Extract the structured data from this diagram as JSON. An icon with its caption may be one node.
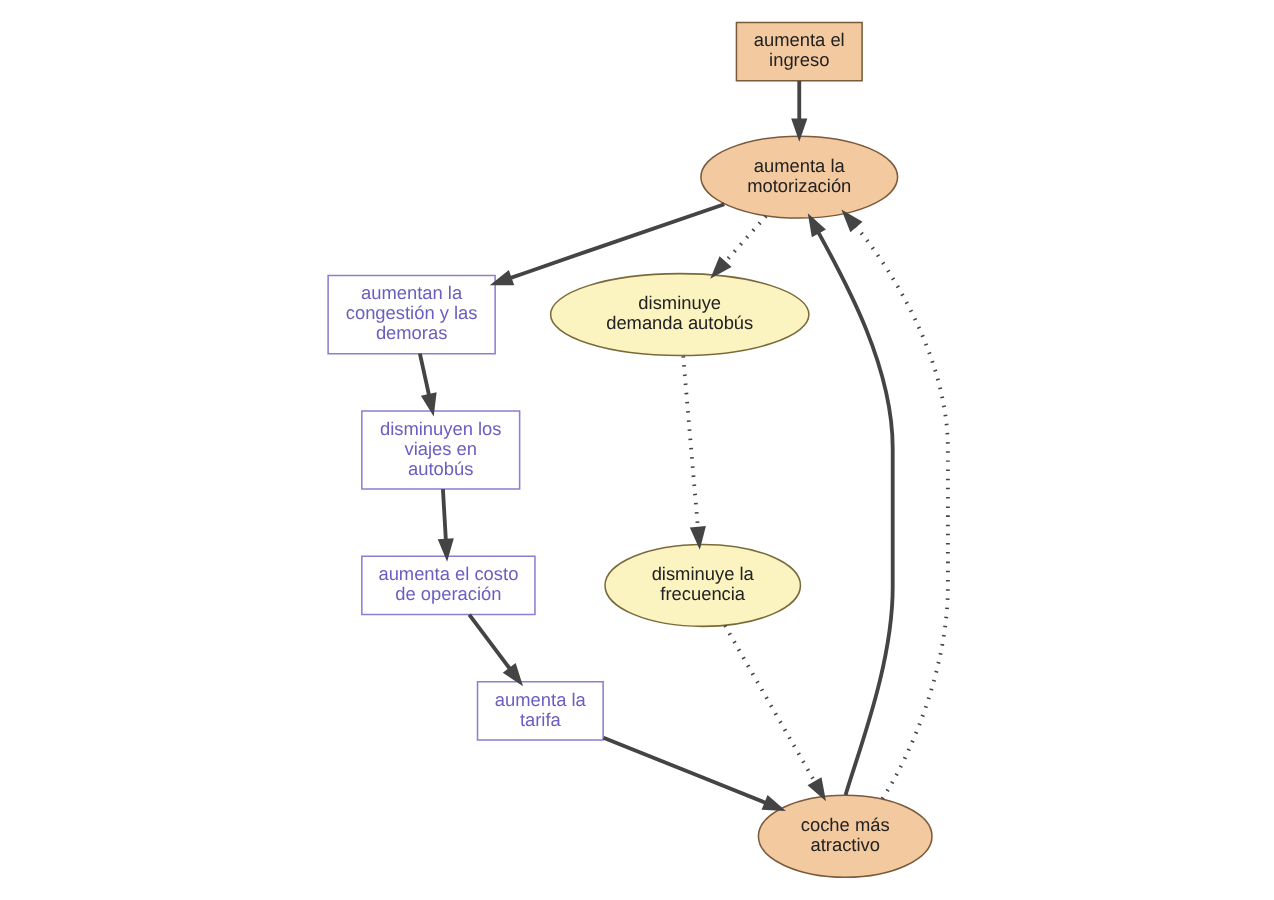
{
  "diagram": {
    "nodes": [
      {
        "text": [
          "aumenta el ingreso"
        ]
      },
      {
        "text": [
          "aumenta la motorización"
        ]
      },
      {
        "text": [
          "aumentan la congestión y las demoras"
        ]
      },
      {
        "text": [
          "disminuyen los viajes en autobús"
        ]
      },
      {
        "text": [
          "aumenta el costo de operación"
        ]
      },
      {
        "text": [
          "aumenta la tarifa"
        ]
      },
      {
        "text": [
          "coche más atractivo"
        ]
      },
      {
        "text": [
          "disminuye demanda autobús"
        ]
      },
      {
        "text": [
          "disminuye la frecuencia"
        ]
      }
    ],
    "edges": [
      {
        "from": 0,
        "to": 1,
        "arrow": "to"
      },
      {
        "from": 1,
        "to": 2,
        "arrow": "to"
      },
      {
        "from": 2,
        "to": 3,
        "arrow": "to"
      },
      {
        "from": 3,
        "to": 4,
        "arrow": "to"
      },
      {
        "from": 4,
        "to": 5,
        "arrow": "to"
      },
      {
        "from": 5,
        "to": 6,
        "arrow": "to"
      },
      {
        "from": 6,
        "to": 1,
        "arrow": "to"
      },
      {
        "from": 1,
        "to": 7,
        "arrow": "to",
        "style": "dashed"
      },
      {
        "from": 7,
        "to": 8,
        "arrow": "to",
        "style": "dashed"
      },
      {
        "from": 8,
        "to": 6,
        "arrow": "to",
        "style": "dashed"
      },
      {
        "from": 6,
        "to": 1,
        "arrow": "to",
        "style": "dashed"
      }
    ]
  }
}
